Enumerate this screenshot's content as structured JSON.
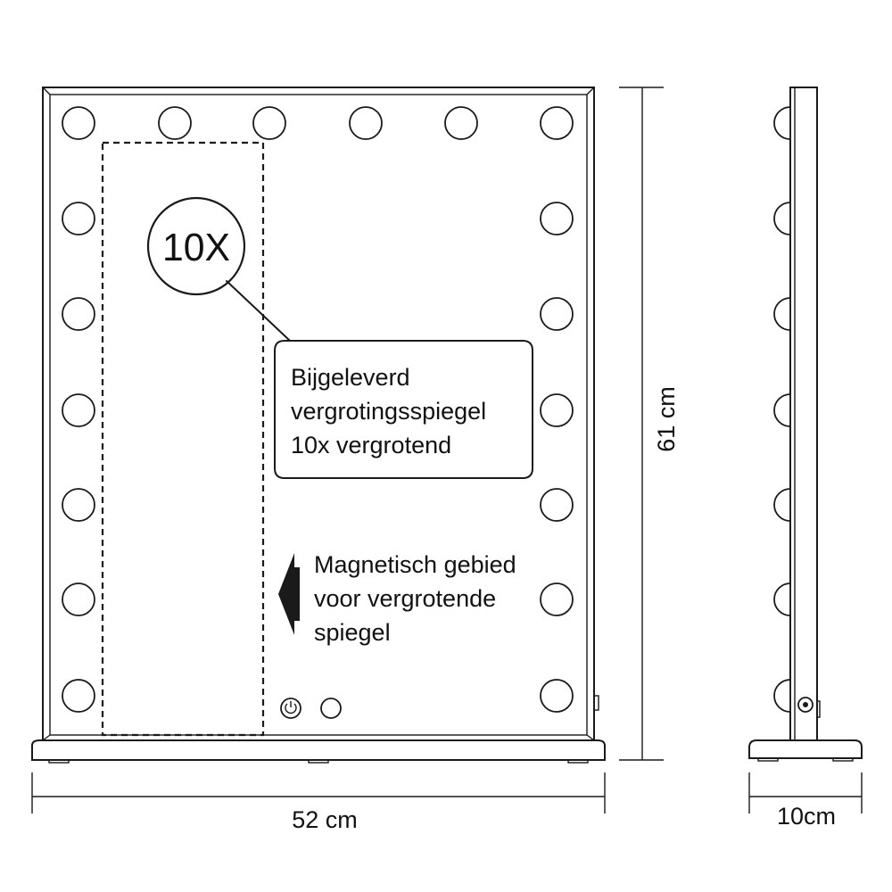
{
  "magnifier": {
    "badge": "10X",
    "callout": [
      "Bijgeleverd",
      "vergrotingsspiegel",
      "10x vergrotend"
    ]
  },
  "magnetic_area": {
    "label": [
      "Magnetisch gebied",
      "voor vergrotende",
      "spiegel"
    ]
  },
  "dimensions": {
    "width": "52 cm",
    "height": "61 cm",
    "depth": "10cm"
  },
  "colors": {
    "line": "#1a1a1a",
    "background": "#ffffff"
  },
  "icons": {
    "power": "power-icon",
    "dimmer": "dimmer-button-icon",
    "side_knob": "knob-icon"
  }
}
